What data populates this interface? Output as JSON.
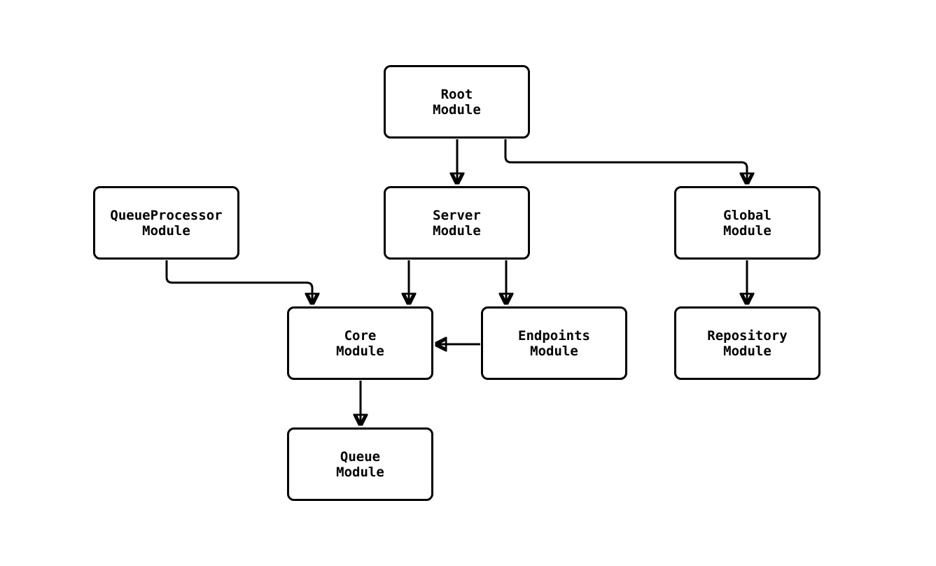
{
  "diagram": {
    "type": "module-dependency-graph",
    "colors": {
      "background": "#ffffff",
      "node_fill": "#ffffff",
      "stroke": "#000000",
      "text": "#000000"
    },
    "nodes": {
      "root": {
        "line1": "Root",
        "line2": "Module"
      },
      "queueprocessor": {
        "line1": "QueueProcessor",
        "line2": "Module"
      },
      "server": {
        "line1": "Server",
        "line2": "Module"
      },
      "global": {
        "line1": "Global",
        "line2": "Module"
      },
      "core": {
        "line1": "Core",
        "line2": "Module"
      },
      "endpoints": {
        "line1": "Endpoints",
        "line2": "Module"
      },
      "repository": {
        "line1": "Repository",
        "line2": "Module"
      },
      "queue": {
        "line1": "Queue",
        "line2": "Module"
      }
    },
    "edges": [
      {
        "from": "Root Module",
        "to": "Server Module"
      },
      {
        "from": "Root Module",
        "to": "Global Module"
      },
      {
        "from": "QueueProcessor Module",
        "to": "Core Module"
      },
      {
        "from": "Server Module",
        "to": "Core Module"
      },
      {
        "from": "Server Module",
        "to": "Endpoints Module"
      },
      {
        "from": "Endpoints Module",
        "to": "Core Module"
      },
      {
        "from": "Core Module",
        "to": "Queue Module"
      },
      {
        "from": "Global Module",
        "to": "Repository Module"
      }
    ]
  }
}
